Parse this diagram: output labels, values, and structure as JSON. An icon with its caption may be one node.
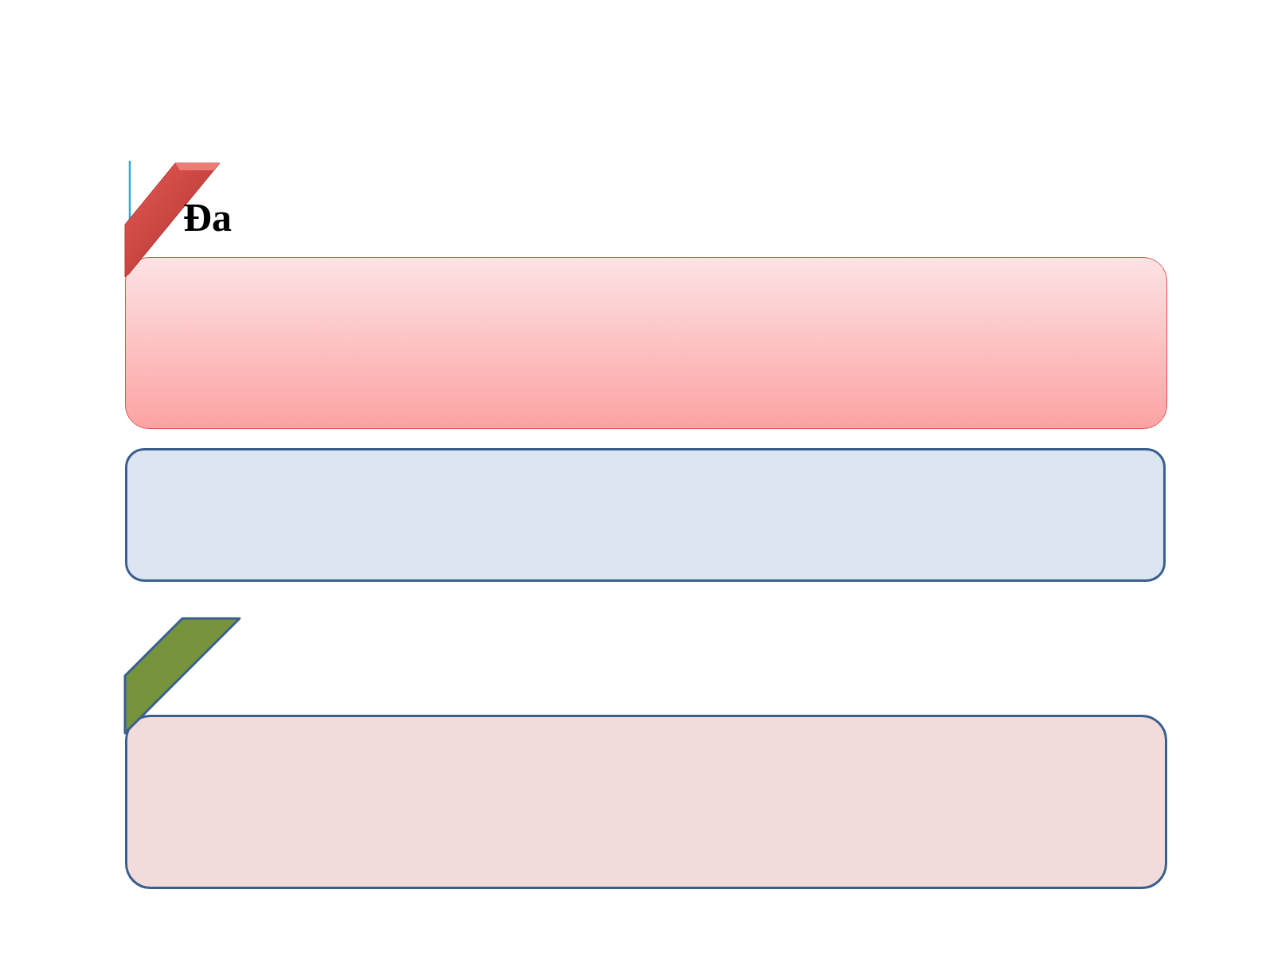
{
  "diagram": {
    "nodes": [
      {
        "text": [],
        "shape": "box"
      },
      {
        "text": [],
        "shape": "box"
      },
      {
        "text": [],
        "shape": "box"
      }
    ],
    "labels": [
      "Đa"
    ]
  }
}
